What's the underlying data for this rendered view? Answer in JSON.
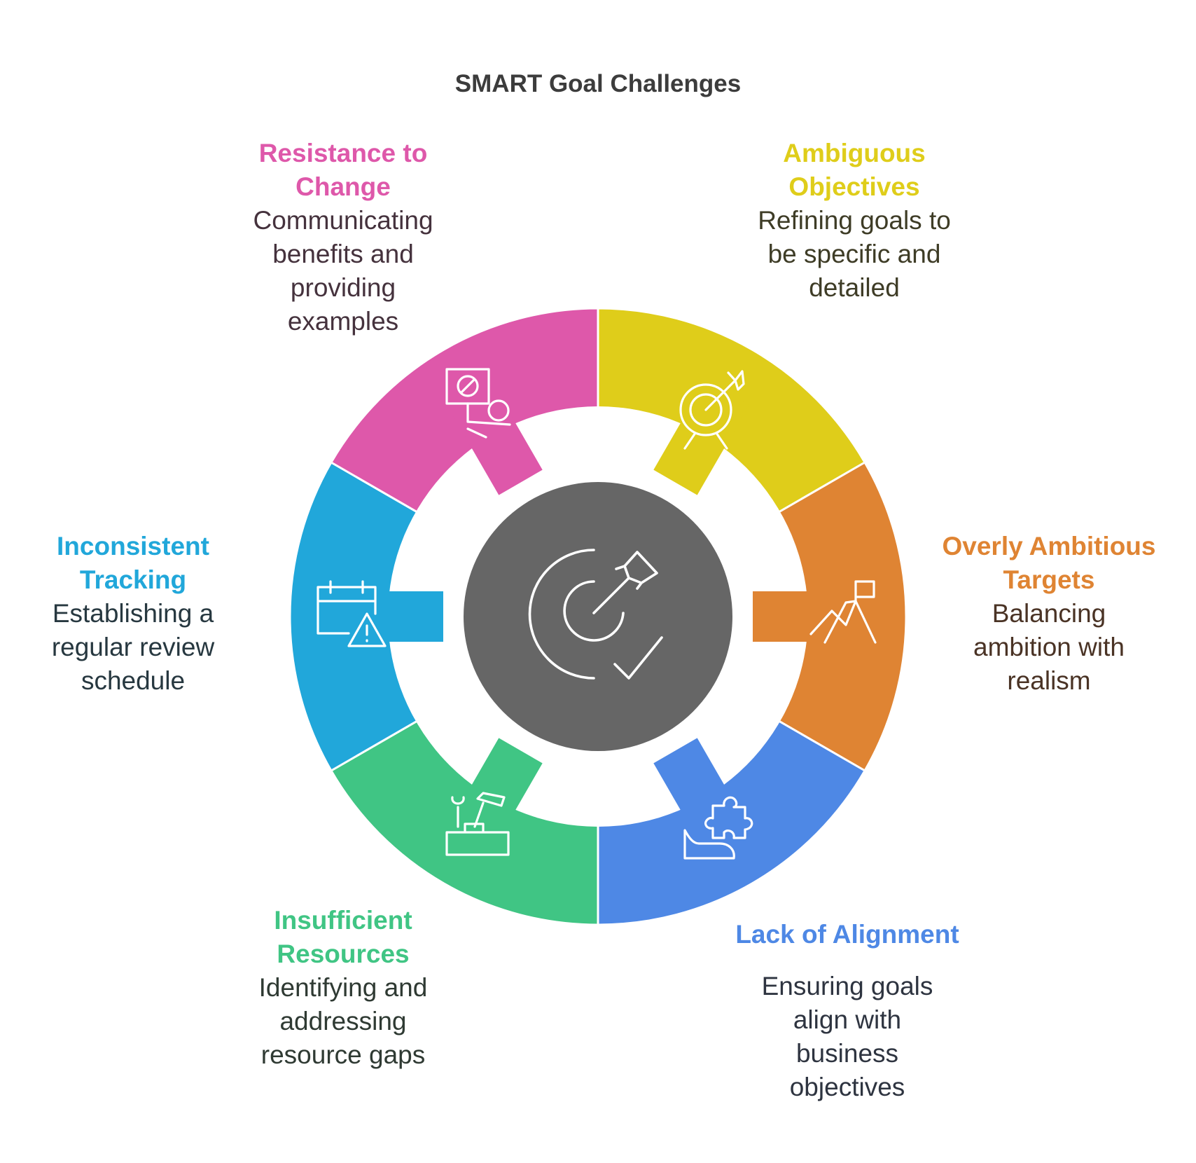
{
  "title": "SMART Goal Challenges",
  "center": {
    "color": "#666666",
    "icon": "target-arrow-check-icon"
  },
  "segments": [
    {
      "key": "ambiguous",
      "title_lines": [
        "Ambiguous",
        "Objectives"
      ],
      "desc_lines": [
        "Refining goals to",
        "be specific and",
        "detailed"
      ],
      "color": "#dfcd1a",
      "title_color": "#dfcd1a",
      "desc_color": "#3e3c26",
      "icon": "target-arrow-icon"
    },
    {
      "key": "overly-ambitious",
      "title_lines": [
        "Overly Ambitious",
        "Targets"
      ],
      "desc_lines": [
        "Balancing",
        "ambition with",
        "realism"
      ],
      "color": "#df8433",
      "title_color": "#df8433",
      "desc_color": "#4a3325",
      "icon": "mountain-flag-icon"
    },
    {
      "key": "lack-of-alignment",
      "title_lines": [
        "Lack of Alignment"
      ],
      "desc_lines": [
        "Ensuring goals",
        "align with",
        "business",
        "objectives"
      ],
      "color": "#4e88e5",
      "title_color": "#4e88e5",
      "desc_color": "#2e3440",
      "icon": "puzzle-hand-icon"
    },
    {
      "key": "insufficient-resources",
      "title_lines": [
        "Insufficient",
        "Resources"
      ],
      "desc_lines": [
        "Identifying and",
        "addressing",
        "resource gaps"
      ],
      "color": "#40c584",
      "title_color": "#40c584",
      "desc_color": "#2f3a33",
      "icon": "toolbox-icon"
    },
    {
      "key": "inconsistent-tracking",
      "title_lines": [
        "Inconsistent",
        "Tracking"
      ],
      "desc_lines": [
        "Establishing a",
        "regular review",
        "schedule"
      ],
      "color": "#21a7da",
      "title_color": "#21a7da",
      "desc_color": "#273840",
      "icon": "calendar-warning-icon"
    },
    {
      "key": "resistance-to-change",
      "title_lines": [
        "Resistance to",
        "Change"
      ],
      "desc_lines": [
        "Communicating",
        "benefits and",
        "providing",
        "examples"
      ],
      "color": "#de58aa",
      "title_color": "#de58aa",
      "desc_color": "#45323d",
      "icon": "stop-sign-person-icon"
    }
  ]
}
